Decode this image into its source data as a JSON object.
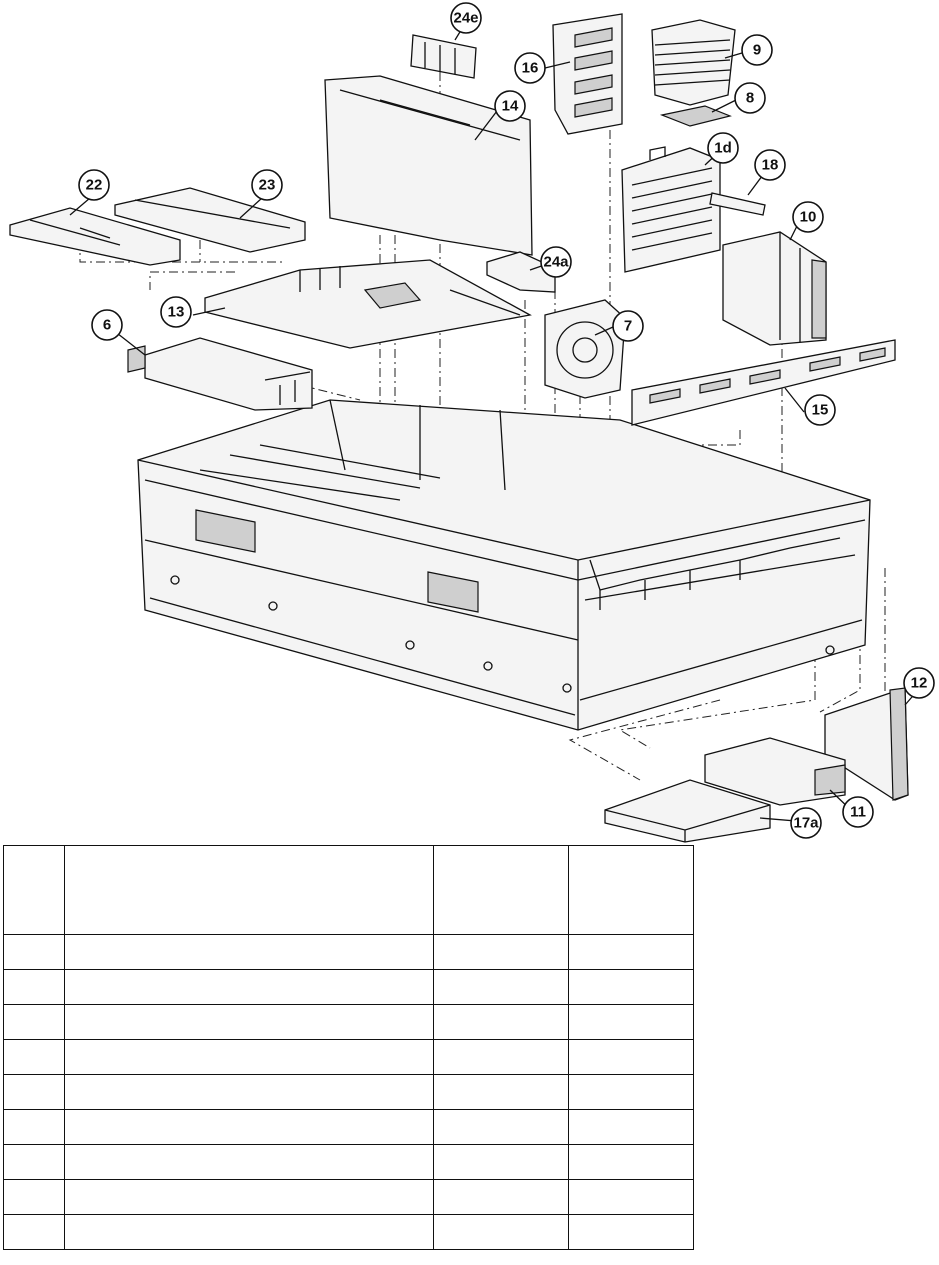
{
  "diagram": {
    "callouts": [
      "24e",
      "16",
      "9",
      "8",
      "14",
      "1d",
      "18",
      "22",
      "23",
      "10",
      "24a",
      "13",
      "6",
      "7",
      "15",
      "12",
      "11",
      "17a"
    ]
  },
  "table": {
    "header": [
      "",
      "",
      "",
      ""
    ],
    "rows": [
      [
        "",
        "",
        "",
        ""
      ],
      [
        "",
        "",
        "",
        ""
      ],
      [
        "",
        "",
        "",
        ""
      ],
      [
        "",
        "",
        "",
        ""
      ],
      [
        "",
        "",
        "",
        ""
      ],
      [
        "",
        "",
        "",
        ""
      ],
      [
        "",
        "",
        "",
        ""
      ],
      [
        "",
        "",
        "",
        ""
      ],
      [
        "",
        "",
        "",
        ""
      ]
    ]
  }
}
